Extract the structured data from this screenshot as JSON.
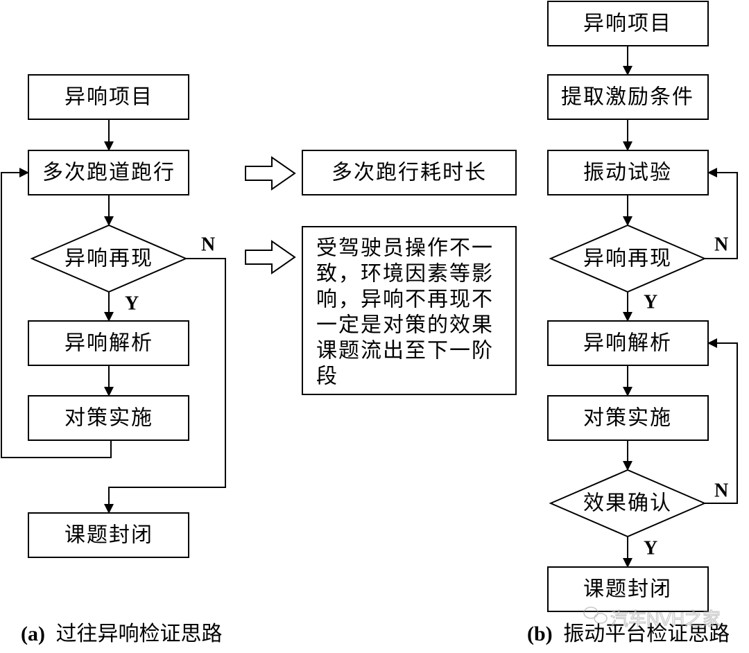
{
  "left": {
    "nodes": [
      "异响项目",
      "多次跑道跑行",
      "异响再现",
      "异响解析",
      "对策实施",
      "课题封闭"
    ],
    "n_label": "N",
    "y_label": "Y",
    "caption_prefix": "(a)",
    "caption_text": "过往异响检证思路"
  },
  "middle": {
    "note1": "多次跑行耗时长",
    "note2_lines": [
      "受驾驶员操作不一",
      "致，环境因素等影",
      "响，异响不再现不",
      "一定是对策的效果",
      "课题流出至下一阶",
      "段"
    ]
  },
  "right": {
    "nodes": [
      "异响项目",
      "提取激励条件",
      "振动试验",
      "异响再现",
      "异响解析",
      "对策实施",
      "效果确认",
      "课题封闭"
    ],
    "n_label_1": "N",
    "y_label_1": "Y",
    "n_label_2": "N",
    "y_label_2": "Y",
    "caption_prefix": "(b)",
    "caption_text": "振动平台检证思路"
  },
  "watermark": "汽车NVH之家"
}
